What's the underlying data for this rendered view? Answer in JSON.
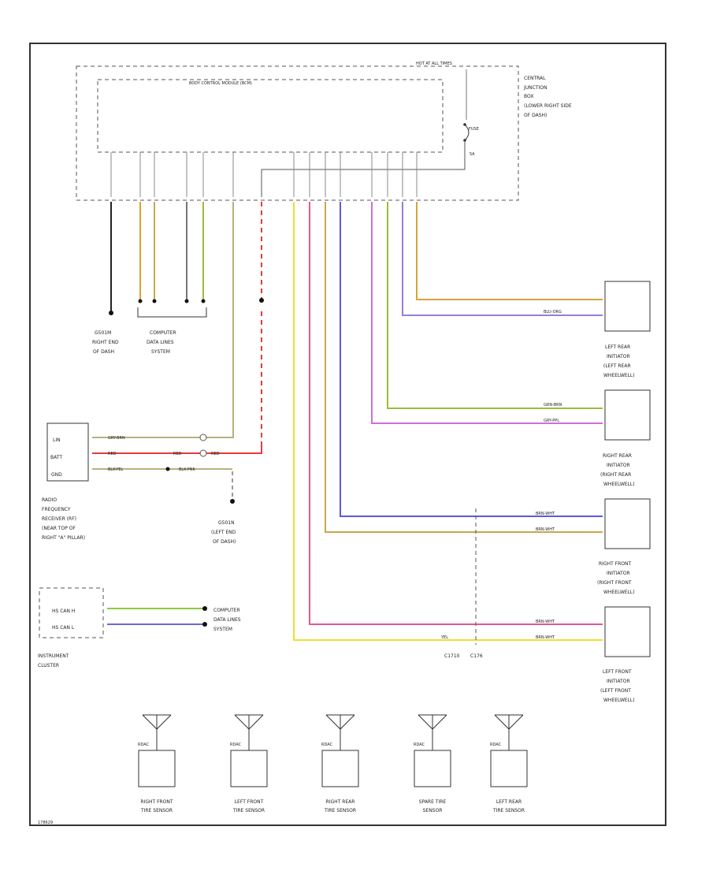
{
  "diagram": {
    "hotfuse": "HOT AT ALL TIMES",
    "bcm": "BODY CONTROL MODULE (BCM)",
    "cjb": [
      "CENTRAL",
      "JUNCTION",
      "BOX",
      "(LOWER RIGHT SIDE",
      "OF DASH)"
    ],
    "fuse": "FUSE",
    "fuse_amp": "5A",
    "g_right": [
      "G501M",
      "RIGHT END",
      "OF DASH"
    ],
    "comp_data": [
      "COMPUTER",
      "DATA LINES",
      "SYSTEM"
    ],
    "rf_module": [
      "RADIO",
      "FREQUENCY",
      "RECEIVER (RF)",
      "(NEAR TOP OF",
      "RIGHT \"A\" PILLAR)"
    ],
    "rf_pins": [
      "LIN",
      "BATT",
      "GND"
    ],
    "g_left": [
      "G501N",
      "(LEFT END",
      "OF DASH)"
    ],
    "ic_pins": [
      "HS CAN H",
      "HS CAN L"
    ],
    "ic_label": [
      "INSTRUMENT",
      "CLUSTER"
    ],
    "comp_data_2": [
      "COMPUTER",
      "DATA LINES",
      "SYSTEM"
    ],
    "lr_init": [
      "LEFT REAR",
      "INITIATOR",
      "(LEFT REAR",
      "WHEELWELL)"
    ],
    "rr_init": [
      "RIGHT REAR",
      "INITIATOR",
      "(RIGHT REAR",
      "WHEELWELL)"
    ],
    "rf_init": [
      "RIGHT FRONT",
      "INITIATOR",
      "(RIGHT FRONT",
      "WHEELWELL)"
    ],
    "lf_init": [
      "LEFT FRONT",
      "INITIATOR",
      "(LEFT FRONT",
      "WHEELWELL)"
    ],
    "conn_lbl_1": "C1710",
    "conn_lbl_2": "C176",
    "rf_wire_colors": [
      "GRY-BRN",
      "RED",
      "BLK-YEL"
    ],
    "wire_bk1": "RED",
    "wire_bk2": "RED",
    "wire_bk3": "BLK-PNK",
    "init_wires": [
      "YEL",
      "BLU-ORG",
      "GRN-BRN",
      "GRY-PPL",
      "BRN-WHT",
      "BRN-WHT",
      "BRN-WHT",
      "BRN-WHT"
    ],
    "sensor_label": "RDAC",
    "sensors": [
      [
        "RIGHT FRONT",
        "TIRE SENSOR"
      ],
      [
        "LEFT FRONT",
        "TIRE SENSOR"
      ],
      [
        "RIGHT REAR",
        "TIRE SENSOR"
      ],
      [
        "SPARE TIRE",
        "SENSOR"
      ],
      [
        "LEFT REAR",
        "TIRE SENSOR"
      ]
    ],
    "page_id": "178629"
  }
}
